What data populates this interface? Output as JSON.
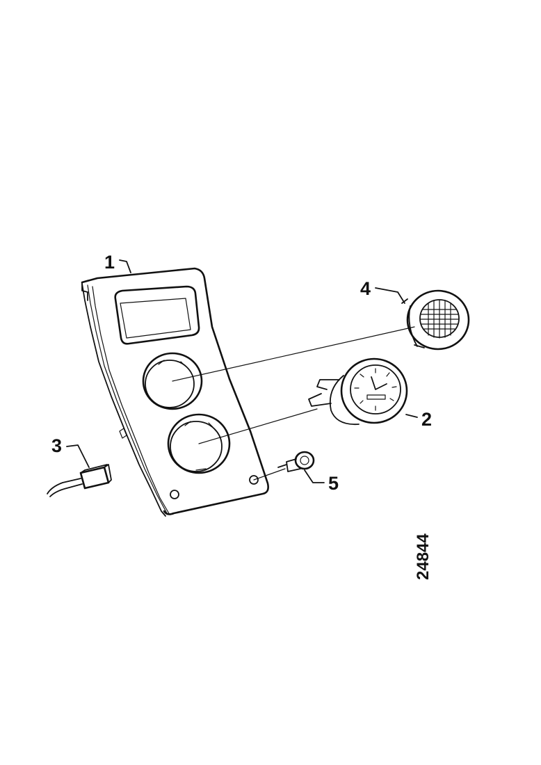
{
  "callouts": {
    "c1": "1",
    "c2": "2",
    "c3": "3",
    "c4": "4",
    "c5": "5"
  },
  "reference_number": "24844",
  "colors": {
    "ink": "#111111",
    "background": "#ffffff"
  }
}
